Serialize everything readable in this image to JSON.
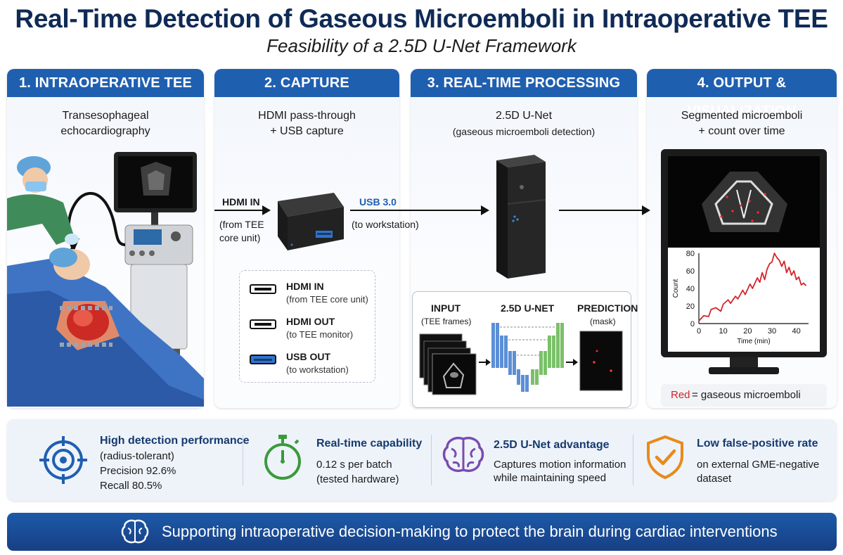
{
  "title": "Real-Time Detection of Gaseous Microemboli in Intraoperative TEE",
  "subtitle": "Feasibility of a 2.5D U-Net Framework",
  "panels": [
    {
      "header": "1. INTRAOPERATIVE TEE",
      "line1": "Transesophageal",
      "line2": "echocardiography"
    },
    {
      "header": "2. CAPTURE",
      "line1": "HDMI pass-through",
      "line2": "+ USB capture"
    },
    {
      "header": "3. REAL-TIME PROCESSING",
      "line1": "2.5D U-Net",
      "line2": "(gaseous microemboli detection)"
    },
    {
      "header": "4. OUTPUT & VISUALIZATION",
      "line1": "Segmented microemboli",
      "line2": "+ count over time"
    }
  ],
  "capture": {
    "hdmi_in": "HDMI IN",
    "hdmi_in_sub1": "(from TEE",
    "hdmi_in_sub2": "core unit)",
    "usb": "USB 3.0",
    "usb_sub": "(to workstation)"
  },
  "ports": [
    {
      "label": "HDMI IN",
      "sub": "(from TEE core unit)"
    },
    {
      "label": "HDMI OUT",
      "sub": "(to TEE monitor)"
    },
    {
      "label": "USB OUT",
      "sub": "(to workstation)"
    }
  ],
  "unet": {
    "input": "INPUT",
    "input_sub": "(TEE frames)",
    "model": "2.5D U-NET",
    "prediction": "PREDICTION",
    "prediction_sub": "(mask)"
  },
  "output": {
    "legend_red": "Red",
    "legend_rest": "= gaseous microemboli"
  },
  "chart_data": {
    "type": "line",
    "xlabel": "Time (min)",
    "ylabel": "Count",
    "xlim": [
      0,
      45
    ],
    "ylim": [
      0,
      80
    ],
    "xticks": [
      0,
      10,
      20,
      30,
      40
    ],
    "yticks": [
      0,
      20,
      40,
      60,
      80
    ],
    "grid": false,
    "series": [
      {
        "color": "#d4242b",
        "x": [
          0,
          2,
          4,
          5,
          7,
          9,
          10,
          12,
          13,
          15,
          16,
          18,
          19,
          21,
          22,
          24,
          25,
          26,
          27,
          28,
          29,
          30,
          31,
          32,
          33,
          34,
          35,
          36,
          37,
          38,
          39,
          40,
          41,
          42,
          43,
          44
        ],
        "y": [
          3,
          9,
          8,
          16,
          18,
          14,
          22,
          27,
          23,
          31,
          28,
          38,
          33,
          45,
          40,
          52,
          47,
          58,
          50,
          62,
          68,
          70,
          80,
          75,
          72,
          65,
          71,
          58,
          64,
          55,
          60,
          50,
          53,
          44,
          46,
          43
        ]
      }
    ]
  },
  "features": [
    {
      "title": "High detection performance",
      "lines": [
        "(radius-tolerant)",
        "Precision 92.6%",
        "Recall 80.5%"
      ],
      "icon": "target-icon",
      "color": "#1f5fb0"
    },
    {
      "title": "Real-time capability",
      "lines": [
        "0.12 s per batch",
        "(tested hardware)"
      ],
      "icon": "stopwatch-icon",
      "color": "#3a9a3a"
    },
    {
      "title": "2.5D U-Net advantage",
      "lines": [
        "Captures motion information",
        "while maintaining speed"
      ],
      "icon": "brain-icon",
      "color": "#7a4bb0"
    },
    {
      "title": "Low false-positive rate",
      "lines": [
        "on external GME-negative",
        "dataset"
      ],
      "icon": "shield-check-icon",
      "color": "#e88a1a"
    }
  ],
  "banner": "Supporting intraoperative decision-making to protect the brain during cardiac interventions",
  "colors": {
    "primary": "#1f5fb0",
    "dark": "#0f2a55",
    "red": "#d4242b"
  }
}
